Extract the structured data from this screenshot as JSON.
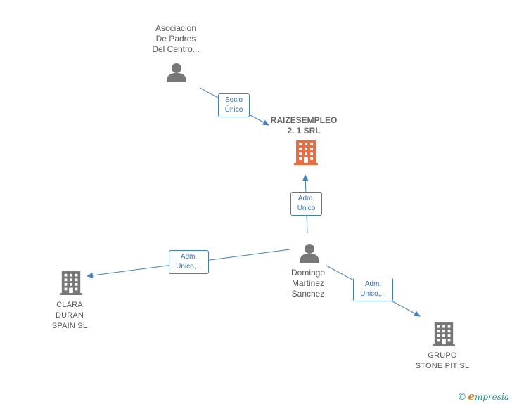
{
  "nodes": {
    "asociacion": {
      "label": "Asociacion\nDe Padres\nDel Centro..."
    },
    "raize": {
      "label": "RAIZESEMPLEO\n2. 1 SRL"
    },
    "domingo": {
      "label": "Domingo\nMartinez\nSanchez"
    },
    "clara": {
      "label": "CLARA\nDURAN\nSPAIN SL"
    },
    "grupo": {
      "label": "GRUPO\nSTONE PIT  SL"
    }
  },
  "edges": {
    "socio_unico": "Socio\nÚnico",
    "adm_unico": "Adm.\nUnico",
    "adm_clara": "Adm.\nUnico,...",
    "adm_grupo": "Adm.\nUnico,..."
  },
  "colors": {
    "edge": "#3a7fd0",
    "company_main": "#f26a3d",
    "company": "#777777",
    "person": "#777777"
  },
  "footer": {
    "copyright": "©",
    "brand_initial": "e",
    "brand_rest": "mpresia"
  }
}
